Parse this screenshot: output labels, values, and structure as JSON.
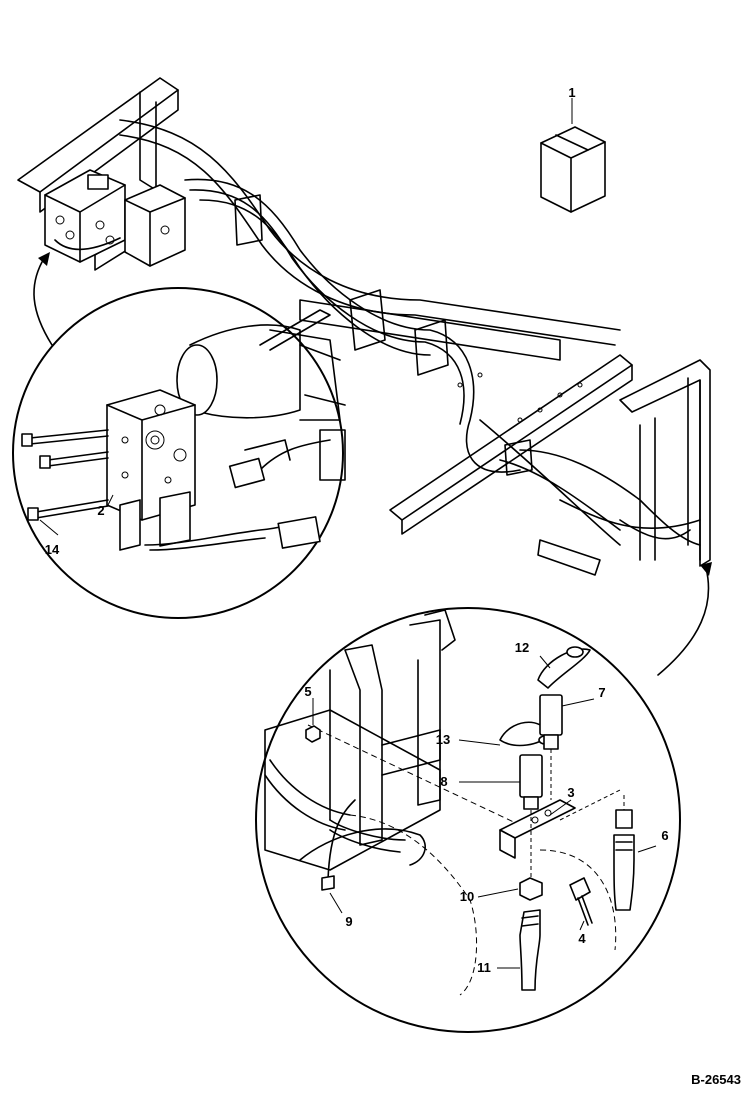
{
  "callouts": {
    "c1": "1",
    "c2": "2",
    "c3": "3",
    "c4": "4",
    "c5": "5",
    "c6": "6",
    "c7": "7",
    "c8": "8",
    "c9": "9",
    "c10": "10",
    "c11": "11",
    "c12": "12",
    "c13": "13",
    "c14": "14"
  },
  "figure_ref": "B-26543"
}
